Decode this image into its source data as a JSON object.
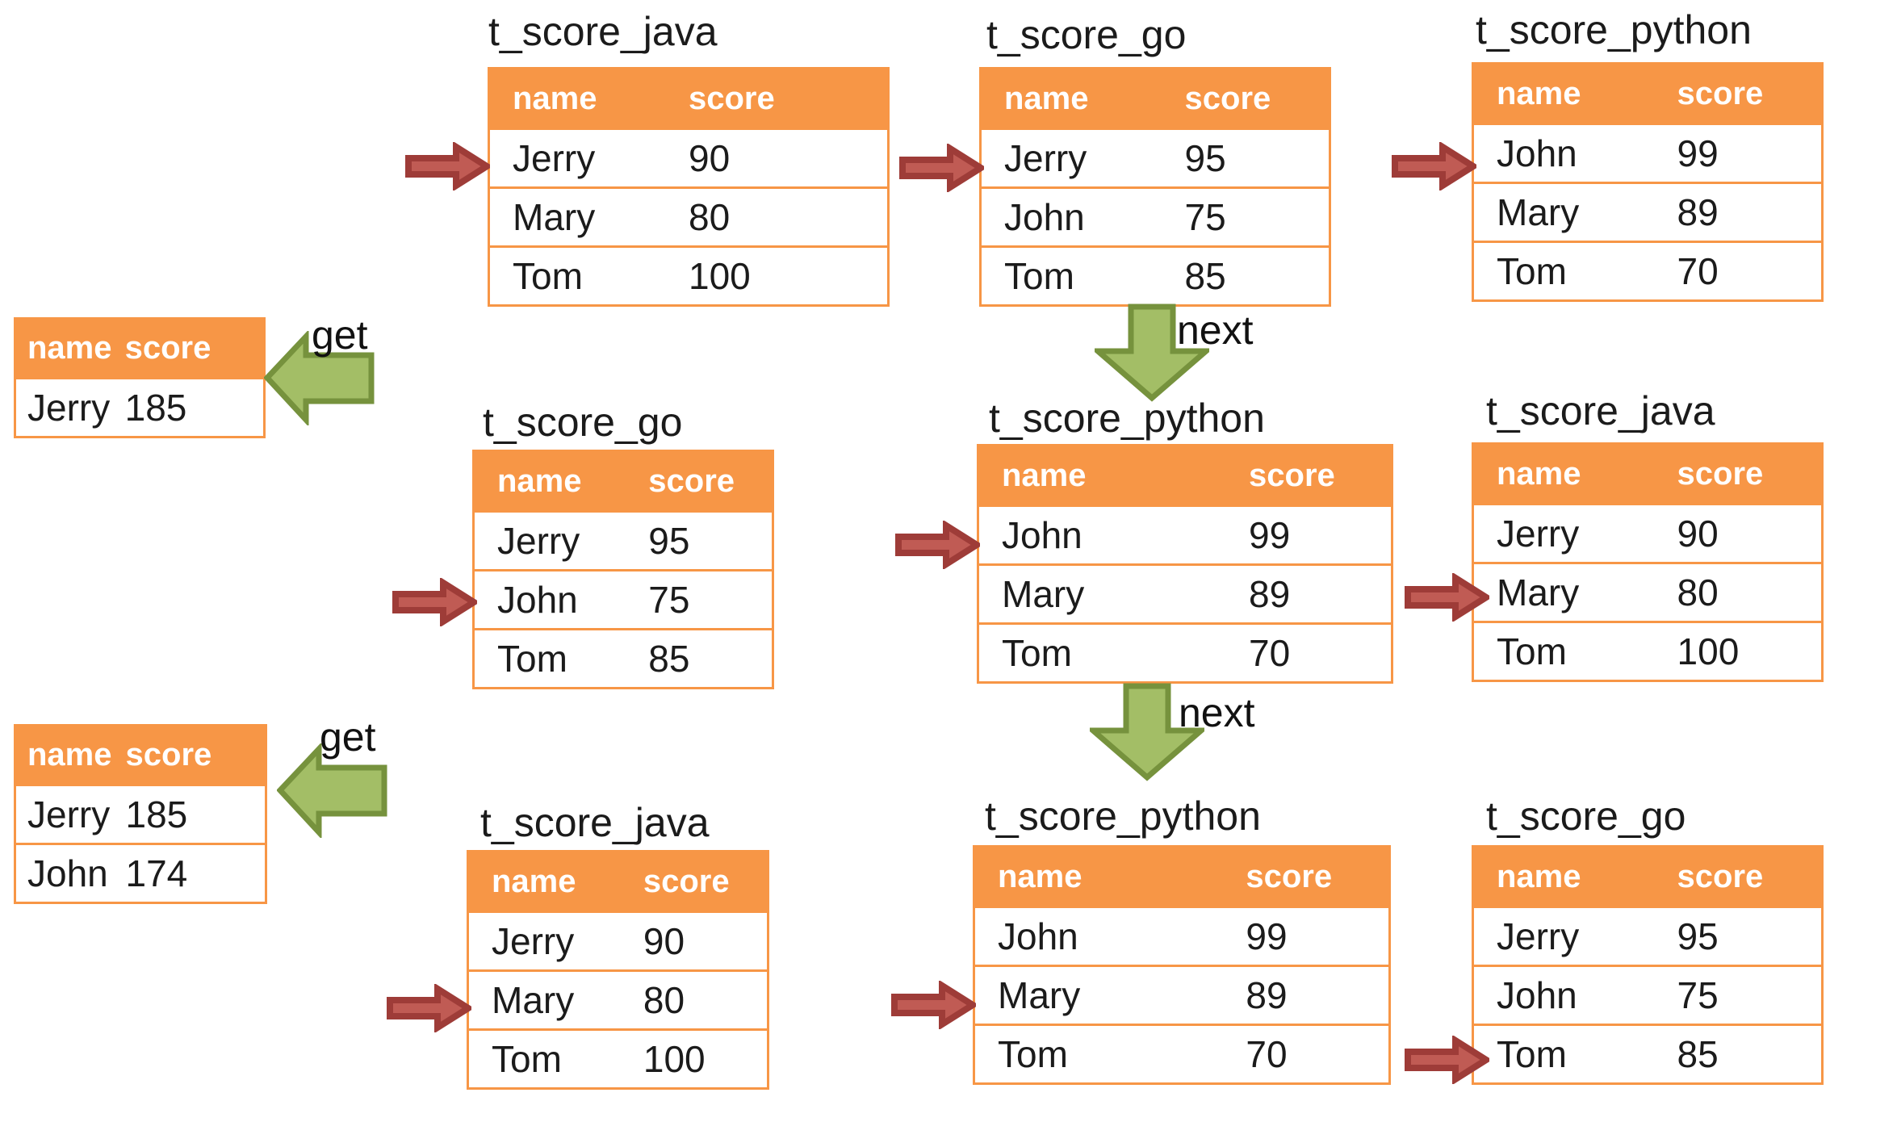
{
  "columns": {
    "name": "name",
    "score": "score"
  },
  "labels": {
    "get": "get",
    "next": "next"
  },
  "colors": {
    "orange": "#F79646",
    "header_text": "#FFFFFF",
    "red_arrow_fill": "#C05B54",
    "red_arrow_stroke": "#9E3C38",
    "green_arrow_fill": "#A3BE66",
    "green_arrow_stroke": "#76923D"
  },
  "tables": [
    {
      "title": "t_score_java",
      "rows": [
        {
          "name": "Jerry",
          "score": "90"
        },
        {
          "name": "Mary",
          "score": "80"
        },
        {
          "name": "Tom",
          "score": "100"
        }
      ]
    },
    {
      "title": "t_score_go",
      "rows": [
        {
          "name": "Jerry",
          "score": "95"
        },
        {
          "name": "John",
          "score": "75"
        },
        {
          "name": "Tom",
          "score": "85"
        }
      ]
    },
    {
      "title": "t_score_python",
      "rows": [
        {
          "name": "John",
          "score": "99"
        },
        {
          "name": "Mary",
          "score": "89"
        },
        {
          "name": "Tom",
          "score": "70"
        }
      ]
    },
    {
      "title": "t_score_go",
      "rows": [
        {
          "name": "Jerry",
          "score": "95"
        },
        {
          "name": "John",
          "score": "75"
        },
        {
          "name": "Tom",
          "score": "85"
        }
      ]
    },
    {
      "title": "t_score_python",
      "rows": [
        {
          "name": "John",
          "score": "99"
        },
        {
          "name": "Mary",
          "score": "89"
        },
        {
          "name": "Tom",
          "score": "70"
        }
      ]
    },
    {
      "title": "t_score_java",
      "rows": [
        {
          "name": "Jerry",
          "score": "90"
        },
        {
          "name": "Mary",
          "score": "80"
        },
        {
          "name": "Tom",
          "score": "100"
        }
      ]
    },
    {
      "title": "t_score_java",
      "rows": [
        {
          "name": "Jerry",
          "score": "90"
        },
        {
          "name": "Mary",
          "score": "80"
        },
        {
          "name": "Tom",
          "score": "100"
        }
      ]
    },
    {
      "title": "t_score_python",
      "rows": [
        {
          "name": "John",
          "score": "99"
        },
        {
          "name": "Mary",
          "score": "89"
        },
        {
          "name": "Tom",
          "score": "70"
        }
      ]
    },
    {
      "title": "t_score_go",
      "rows": [
        {
          "name": "Jerry",
          "score": "95"
        },
        {
          "name": "John",
          "score": "75"
        },
        {
          "name": "Tom",
          "score": "85"
        }
      ]
    }
  ],
  "results": [
    {
      "rows": [
        {
          "name": "Jerry",
          "score": "185"
        }
      ]
    },
    {
      "rows": [
        {
          "name": "Jerry",
          "score": "185"
        },
        {
          "name": "John",
          "score": "174"
        }
      ]
    }
  ]
}
